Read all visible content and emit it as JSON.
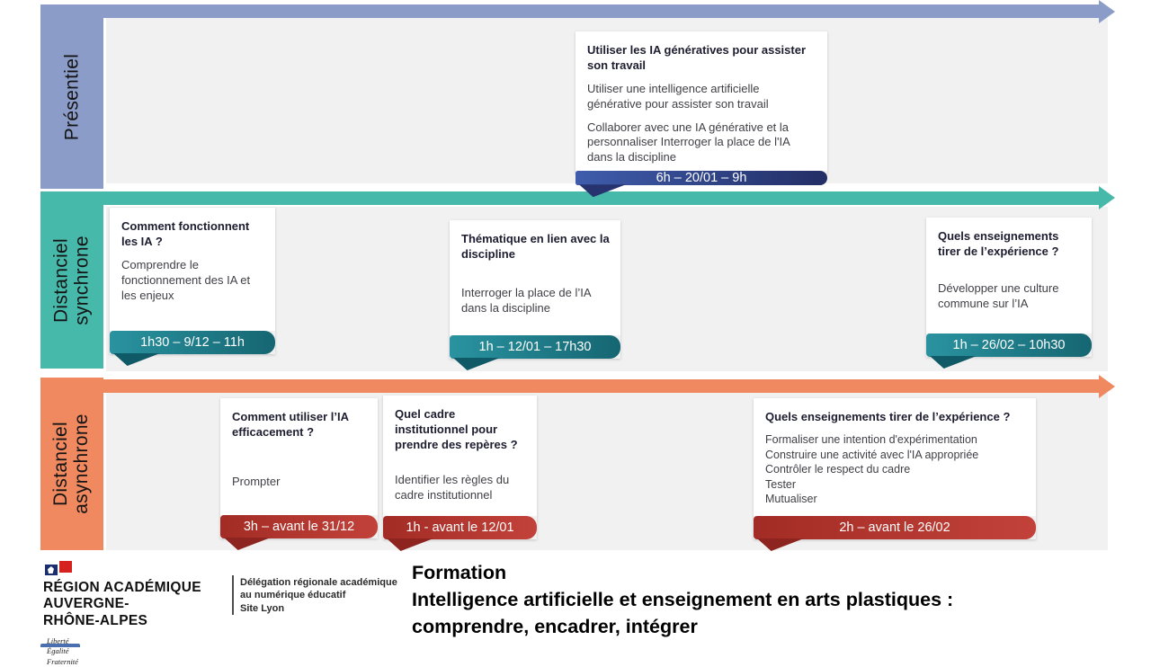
{
  "slide_title": {
    "line1": "Formation",
    "line2": "Intelligence artificielle et enseignement en arts plastiques :",
    "line3": "comprendre, encadrer, intégrer"
  },
  "footer": {
    "region_line1": "RÉGION ACADÉMIQUE",
    "region_line2": "AUVERGNE-",
    "region_line3": "RHÔNE-ALPES",
    "motto": [
      "Liberté",
      "Égalité",
      "Fraternité"
    ],
    "delegation_line1": "Délégation régionale académique",
    "delegation_line2": "au numérique éducatif",
    "delegation_line3": "Site Lyon"
  },
  "colors": {
    "lane_presentiel": "#8b9cc9",
    "lane_synchrone": "#47b9ab",
    "lane_asynchrone": "#f0895f",
    "lane_background": "#f1f1f2",
    "banner_blue_start": "#3f5dac",
    "banner_blue_end": "#232e66",
    "banner_teal_start": "#2a93a0",
    "banner_teal_end": "#156672",
    "banner_red_start": "#a22c25",
    "banner_red_end": "#c2423a"
  },
  "lanes": [
    {
      "label_line1": "Présentiel",
      "label_line2": "",
      "cards": [
        {
          "title": "Utiliser les IA génératives pour assister son travail",
          "body": [
            "Utiliser une intelligence artificielle générative pour assister son travail",
            "Collaborer avec une IA générative et la personnaliser Interroger la place de l'IA dans la discipline"
          ],
          "banner": "6h – 20/01 – 9h"
        }
      ]
    },
    {
      "label_line1": "Distanciel",
      "label_line2": "synchrone",
      "cards": [
        {
          "title": "Comment fonctionnent les IA ?",
          "body": [
            "Comprendre le fonctionnement des IA et les enjeux"
          ],
          "banner": "1h30 – 9/12 – 11h"
        },
        {
          "title": "Thématique en lien avec la discipline",
          "body": [
            "Interroger la place de l’IA dans la discipline"
          ],
          "banner": "1h – 12/01 – 17h30"
        },
        {
          "title": "Quels enseignements tirer de l’expérience ?",
          "body": [
            "Développer une culture commune sur l’IA"
          ],
          "banner": "1h – 26/02 – 10h30"
        }
      ]
    },
    {
      "label_line1": "Distanciel",
      "label_line2": "asynchrone",
      "cards": [
        {
          "title": "Comment utiliser l’IA efficacement ?",
          "body": [
            "Prompter"
          ],
          "banner": "3h – avant le 31/12"
        },
        {
          "title": "Quel cadre institutionnel pour prendre des repères ?",
          "body": [
            "Identifier les règles du cadre institutionnel"
          ],
          "banner": "1h - avant le 12/01"
        },
        {
          "title": "Quels enseignements tirer de l’expérience ?",
          "body": [
            "Formaliser une intention d'expérimentation",
            "Construire une activité avec l'IA appropriée",
            "Contrôler le respect du cadre",
            "Tester",
            "Mutualiser"
          ],
          "banner": "2h – avant le 26/02"
        }
      ]
    }
  ]
}
